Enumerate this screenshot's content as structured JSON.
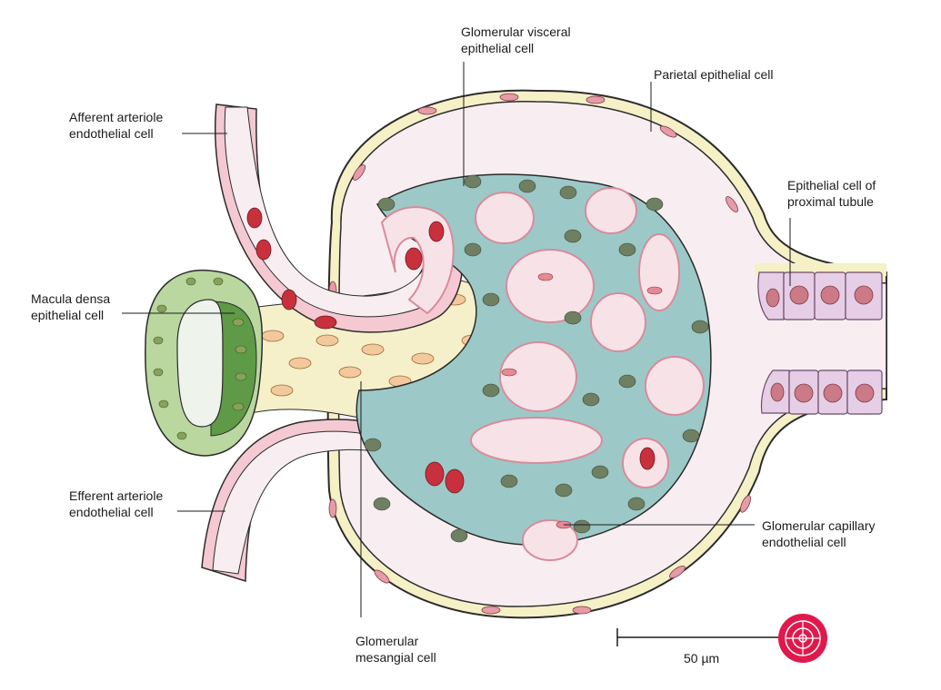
{
  "labels": {
    "visceral": "Glomerular visceral\nepithelial cell",
    "parietal": "Parietal epithelial cell",
    "afferent": "Afferent arteriole\nendothelial cell",
    "proximal": "Epithelial cell of\nproximal tubule",
    "macula": "Macula densa\nepithelial cell",
    "efferent": "Efferent arteriole\nendothelial cell",
    "capillary": "Glomerular capillary\nendothelial cell",
    "mesangial": "Glomerular\nmesangial cell"
  },
  "scale_bar": {
    "label": "50 µm"
  },
  "colors": {
    "capsule_fill": "#f8eef1",
    "capsule_wall": "#f5f0c6",
    "parietal_cell": "#e79aa8",
    "podocyte": "#9cc9c7",
    "podocyte_nucleus": "#6e7f62",
    "capillary_fill": "#f7e3e7",
    "capillary_wall": "#d88b9b",
    "rbc": "#c9303d",
    "mesangium": "#f5f0c9",
    "mesangial_cell": "#f3c89d",
    "macula_densa": "#5f9a46",
    "tubule_cell": "#e6cfe6",
    "tubule_nucleus": "#cc7a88",
    "logo": "#e0194c"
  },
  "icons": {
    "logo": "target-logo-icon"
  }
}
